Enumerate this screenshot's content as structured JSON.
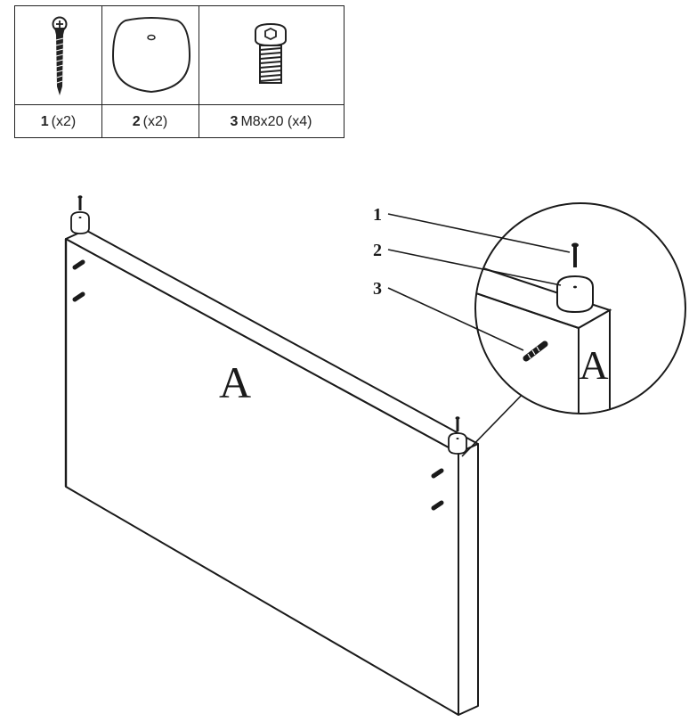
{
  "parts": [
    {
      "num": "1",
      "qty": "(x2)",
      "icon": "wood-screw-icon"
    },
    {
      "num": "2",
      "qty": "(x2)",
      "icon": "cap-icon"
    },
    {
      "num": "3",
      "qty": "M8x20 (x4)",
      "icon": "hex-bolt-icon"
    }
  ],
  "callouts": [
    "1",
    "2",
    "3"
  ],
  "panel_label": "A",
  "detail_panel_label": "A"
}
